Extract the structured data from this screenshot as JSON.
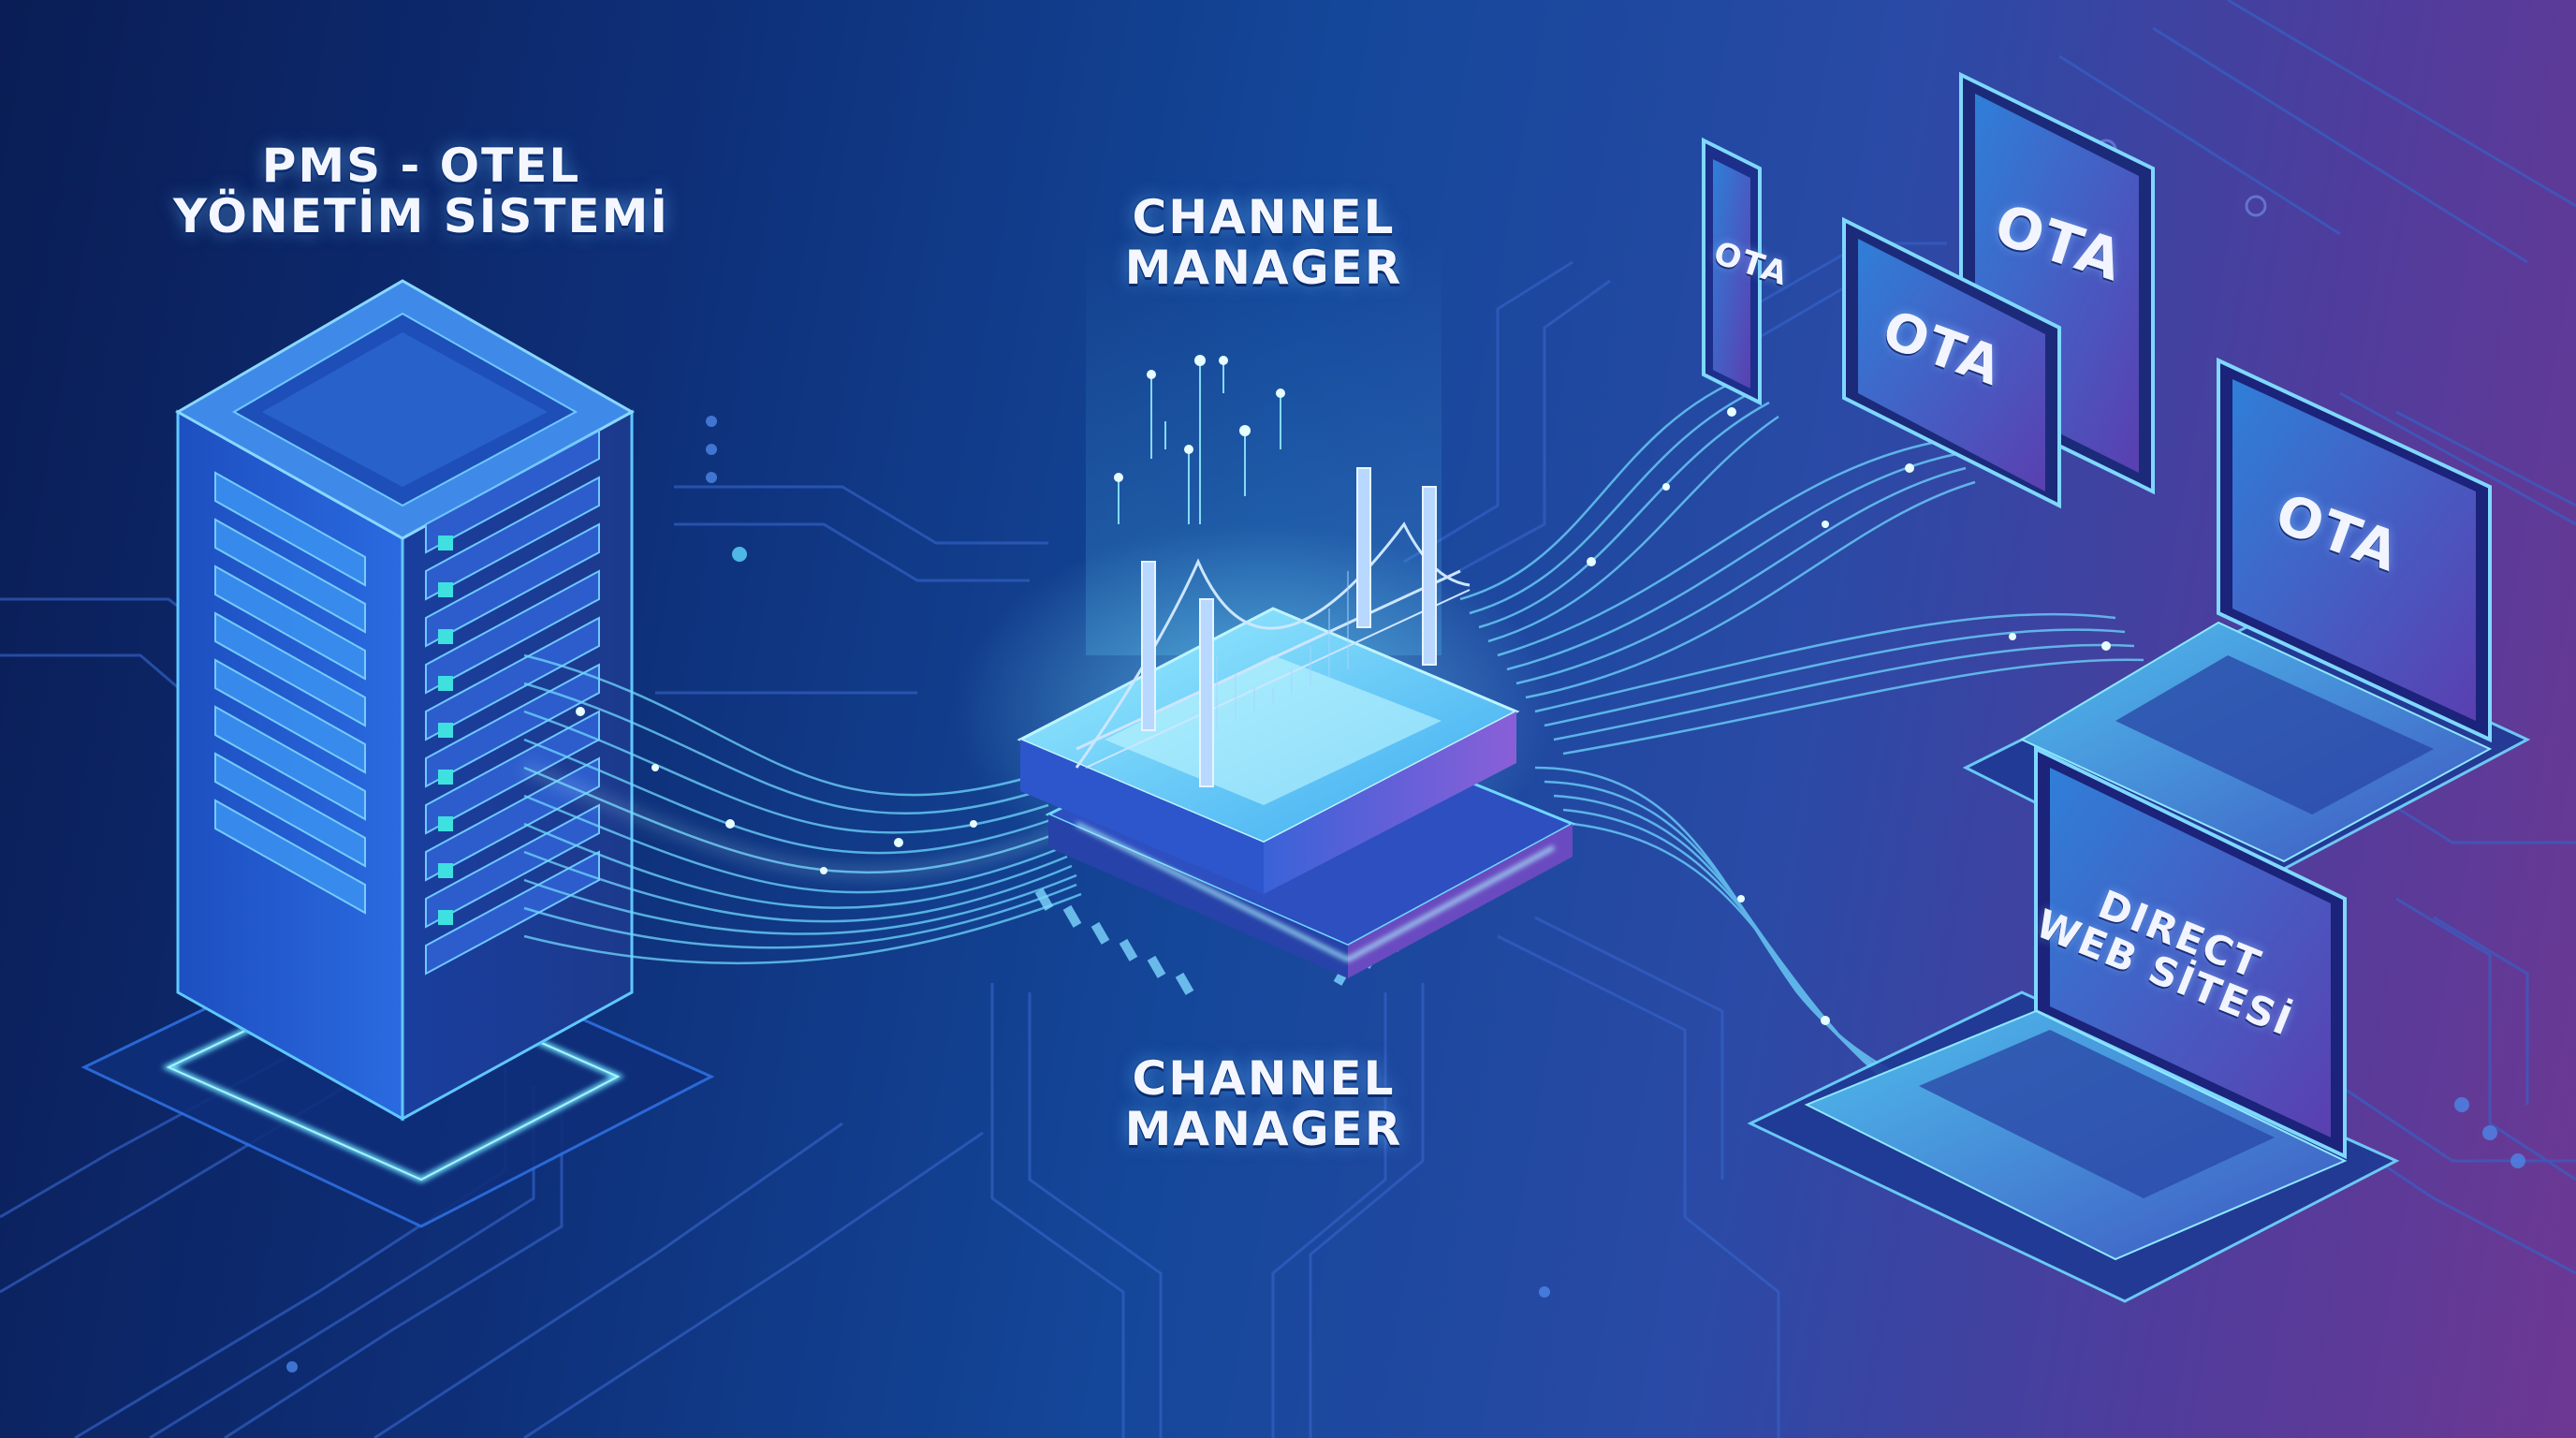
{
  "diagram": {
    "title": "PMS - Channel Manager - OTA / Direct integration",
    "nodes": {
      "pms": {
        "label_line1": "PMS - OTEL",
        "label_line2": "YÖNETİM SİSTEMİ",
        "icon": "server-rack-icon"
      },
      "channel_manager_top": {
        "label_line1": "CHANNEL",
        "label_line2": "MANAGER"
      },
      "channel_manager_bottom": {
        "label_line1": "CHANNEL",
        "label_line2": "MANAGER",
        "icon": "bridge-chip-icon"
      },
      "ota_phone": {
        "label": "OTA",
        "icon": "smartphone-icon"
      },
      "ota_tablet_back": {
        "label": "OTA",
        "icon": "tablet-icon"
      },
      "ota_tablet_front": {
        "label": "OTA",
        "icon": "tablet-icon"
      },
      "ota_laptop": {
        "label": "OTA",
        "icon": "laptop-icon"
      },
      "direct_web": {
        "label_line1": "DIRECT",
        "label_line2": "WEB SİTESİ",
        "icon": "laptop-icon"
      }
    },
    "edges": [
      {
        "from": "pms",
        "to": "channel_manager"
      },
      {
        "from": "channel_manager",
        "to": "ota_phone"
      },
      {
        "from": "channel_manager",
        "to": "ota_tablet_front"
      },
      {
        "from": "channel_manager",
        "to": "ota_laptop"
      },
      {
        "from": "channel_manager",
        "to": "direct_web"
      }
    ],
    "colors": {
      "background_left": "#0a1d55",
      "background_mid": "#14479a",
      "background_right": "#6d3893",
      "glow_cyan": "#5fd8ff",
      "circuit_line": "#3d6fd6",
      "label_text": "#f4f7ff"
    }
  }
}
